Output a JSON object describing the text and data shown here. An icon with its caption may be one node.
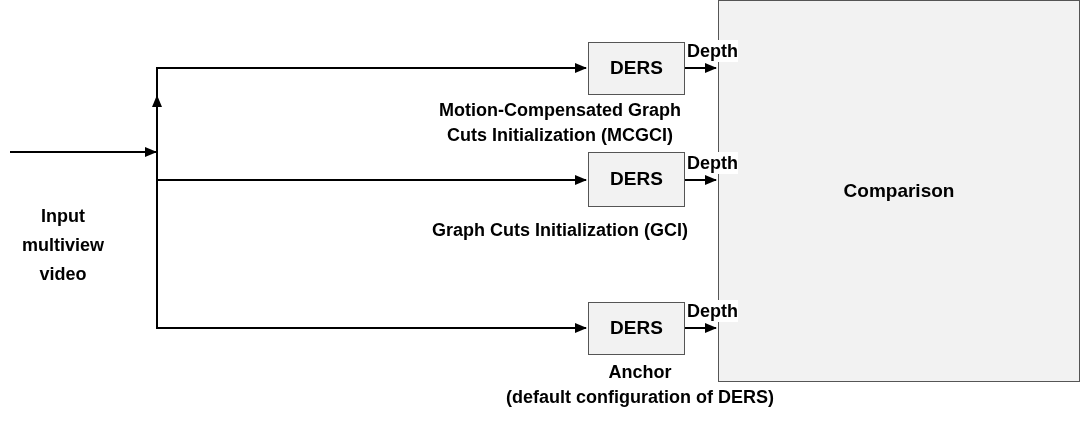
{
  "diagram": {
    "nodes": [
      {
        "text": [
          "DERS"
        ],
        "beside": [
          "Motion-Compensated Graph Cuts Initialization (MCGCI)"
        ]
      },
      {
        "text": [
          "DERS"
        ],
        "beside": [
          "Graph Cuts Initialization (GCI)"
        ]
      },
      {
        "text": [
          "DERS"
        ],
        "beside": [
          "Anchor",
          "(default configuration of DERS)"
        ]
      },
      {
        "text": [
          "Comparison"
        ]
      }
    ],
    "edges": [
      {
        "from": null,
        "to": 0,
        "arrow": "to"
      },
      {
        "from": null,
        "to": 1,
        "arrow": "to"
      },
      {
        "from": null,
        "to": 2,
        "arrow": "to"
      },
      {
        "from": 0,
        "to": 3,
        "arrow": "to",
        "label": "Depth"
      },
      {
        "from": 1,
        "to": 3,
        "arrow": "to",
        "label": "Depth"
      },
      {
        "from": 2,
        "to": 3,
        "arrow": "to",
        "label": "Depth"
      }
    ],
    "labels": [
      "Input multiview video"
    ]
  }
}
